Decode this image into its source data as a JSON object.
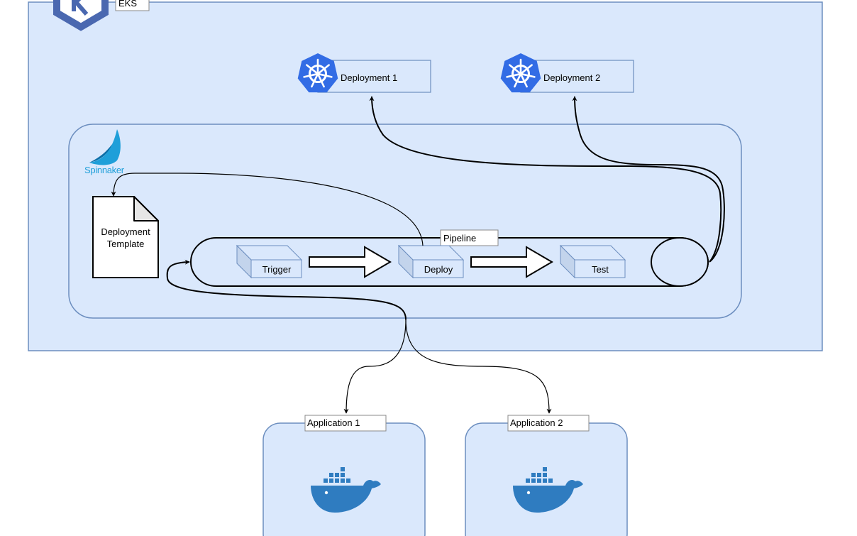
{
  "eks": {
    "label": "EKS"
  },
  "spinnaker": {
    "logo_text": "Spinnaker"
  },
  "deployments": [
    {
      "label": "Deployment 1",
      "icon": "kubernetes-icon"
    },
    {
      "label": "Deployment 2",
      "icon": "kubernetes-icon"
    }
  ],
  "template": {
    "line1": "Deployment",
    "line2": "Template"
  },
  "pipeline": {
    "label": "Pipeline",
    "stages": [
      "Trigger",
      "Deploy",
      "Test"
    ]
  },
  "applications": [
    {
      "label": "Application 1",
      "icon": "docker-icon"
    },
    {
      "label": "Application 2",
      "icon": "docker-icon"
    }
  ],
  "colors": {
    "container_fill": "#dae8fc",
    "container_stroke": "#6c8ebf",
    "k8s_blue": "#326ce5",
    "docker_blue": "#2f7cc0",
    "spinnaker_blue": "#1f9fd9",
    "eks_blue": "#4a68b0"
  }
}
